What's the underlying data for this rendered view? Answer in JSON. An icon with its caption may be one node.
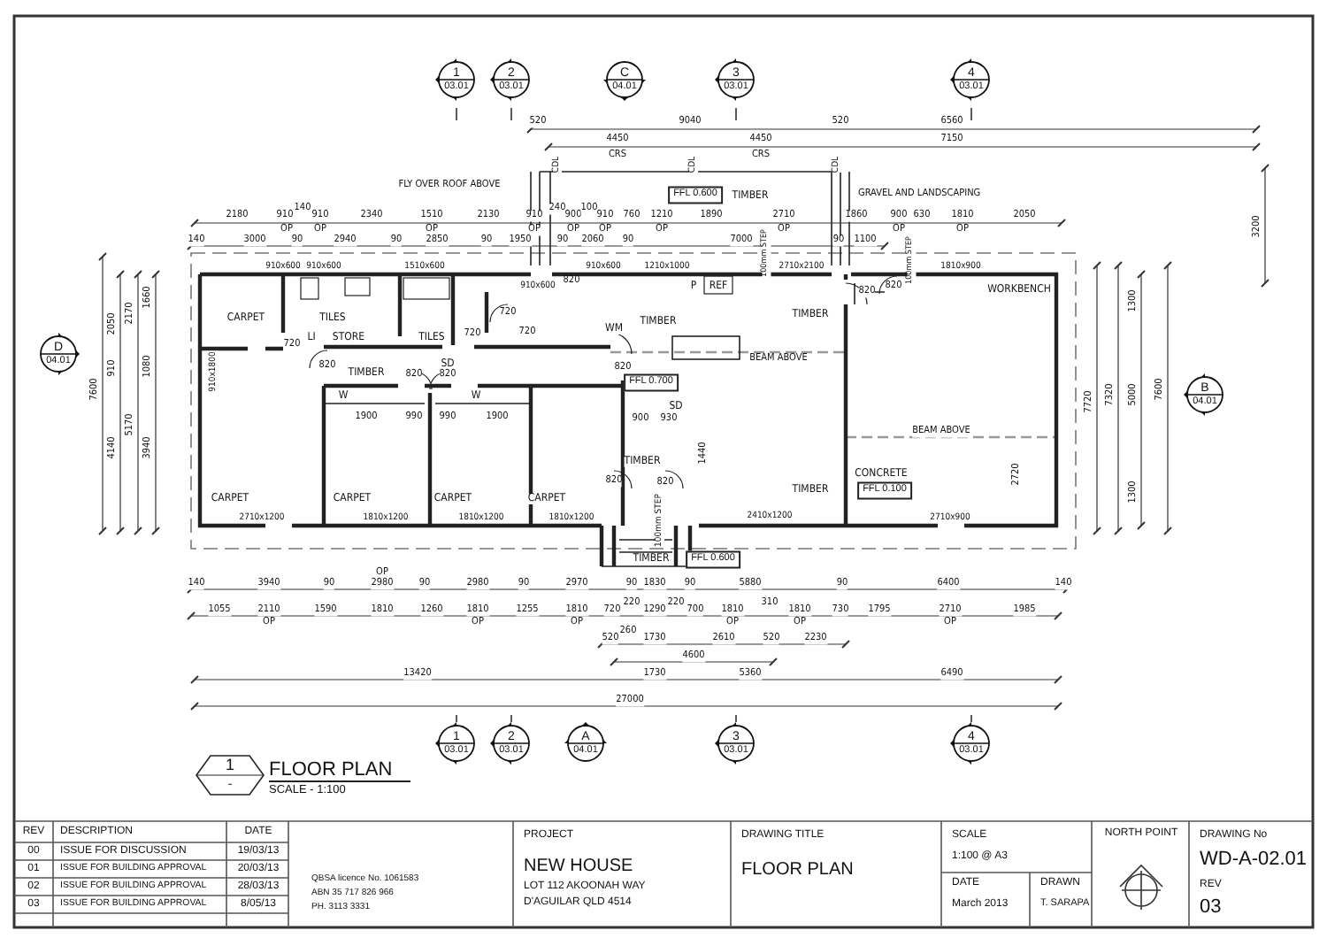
{
  "diagram": {
    "nodes": [
      {
        "text": [
          "1",
          "03.01"
        ]
      },
      {
        "text": [
          "2",
          "03.01"
        ]
      },
      {
        "text": [
          "C",
          "04.01"
        ]
      },
      {
        "text": [
          "3",
          "03.01"
        ]
      },
      {
        "text": [
          "4",
          "03.01"
        ]
      },
      {
        "text": [
          "D",
          "04.01"
        ]
      },
      {
        "text": [
          "B",
          "04.01"
        ]
      },
      {
        "text": [
          "1",
          "03.01"
        ]
      },
      {
        "text": [
          "2",
          "03.01"
        ]
      },
      {
        "text": [
          "A",
          "04.01"
        ]
      },
      {
        "text": [
          "3",
          "03.01"
        ]
      },
      {
        "text": [
          "4",
          "03.01"
        ]
      },
      {
        "text": [
          "1",
          "-"
        ]
      }
    ],
    "labels": [
      "520",
      "9040",
      "520",
      "6560",
      "4450",
      "CRS",
      "4450",
      "CRS",
      "7150",
      "CDL",
      "CDL",
      "CDL",
      "FLY OVER ROOF ABOVE",
      "FFL 0.600",
      "TIMBER",
      "GRAVEL AND LANDSCAPING",
      "3200",
      "2180",
      "910",
      "140",
      "910",
      "2340",
      "1510",
      "2130",
      "910",
      "240",
      "900",
      "100",
      "910",
      "760",
      "1210",
      "1890",
      "2710",
      "1860",
      "900",
      "630",
      "1810",
      "2050",
      "OP",
      "OP",
      "OP",
      "OP",
      "OP",
      "OP",
      "OP",
      "OP",
      "OP",
      "OP",
      "140",
      "3000",
      "90",
      "2940",
      "90",
      "2850",
      "90",
      "1950",
      "90",
      "2060",
      "90",
      "7000",
      "90",
      "1100",
      "910x600",
      "910x600",
      "1510x600",
      "910x600",
      "910x600",
      "1210x1000",
      "2710x2100",
      "1810x900",
      "100mm STEP",
      "100mm STEP",
      "CARPET",
      "TILES",
      "LI",
      "STORE",
      "TILES",
      "720",
      "720",
      "720",
      "720",
      "820",
      "WM",
      "TIMBER",
      "P",
      "REF",
      "820",
      "820",
      "WORKBENCH",
      "TIMBER",
      "BEAM ABOVE",
      "820",
      "TIMBER",
      "SD",
      "820",
      "FFL 0.700",
      "910x1800",
      "820",
      "820",
      "W",
      "W",
      "1900",
      "990",
      "990",
      "1900",
      "SD",
      "900",
      "930",
      "BEAM ABOVE",
      "1440",
      "TIMBER",
      "CONCRETE",
      "2720",
      "820",
      "820",
      "TIMBER",
      "FFL 0.100",
      "CARPET",
      "CARPET",
      "CARPET",
      "CARPET",
      "100mm STEP",
      "2710x1200",
      "1810x1200",
      "1810x1200",
      "1810x1200",
      "2410x1200",
      "2710x900",
      "7600",
      "2050",
      "910",
      "4140",
      "2170",
      "5170",
      "1660",
      "1080",
      "3940",
      "7720",
      "7320",
      "1300",
      "5000",
      "1300",
      "7600",
      "TIMBER",
      "FFL 0.600",
      "140",
      "3940",
      "90",
      "OP",
      "2980",
      "90",
      "2980",
      "90",
      "2970",
      "90",
      "1830",
      "90",
      "5880",
      "90",
      "6400",
      "140",
      "1055",
      "2110",
      "1590",
      "1810",
      "1260",
      "1810",
      "1255",
      "1810",
      "720",
      "220",
      "1290",
      "220",
      "700",
      "1810",
      "310",
      "1810",
      "730",
      "1795",
      "2710",
      "1985",
      "OP",
      "OP",
      "OP",
      "OP",
      "OP",
      "OP",
      "520",
      "260",
      "1730",
      "2610",
      "520",
      "2230",
      "4600",
      "13420",
      "1730",
      "5360",
      "6490",
      "27000",
      "FLOOR PLAN",
      "SCALE - 1:100",
      "REV",
      "DESCRIPTION",
      "DATE",
      "00",
      "ISSUE FOR DISCUSSION",
      "19/03/13",
      "01",
      "ISSUE FOR BUILDING APPROVAL",
      "20/03/13",
      "02",
      "ISSUE FOR BUILDING APPROVAL",
      "28/03/13",
      "03",
      "ISSUE FOR BUILDING APPROVAL",
      "8/05/13",
      "QBSA licence No. 1061583",
      "ABN 35 717 826 966",
      "PH. 3113 3331",
      "PROJECT",
      "NEW HOUSE",
      "LOT 112  AKOONAH WAY",
      "D'AGUILAR  QLD  4514",
      "DRAWING TITLE",
      "FLOOR PLAN",
      "SCALE",
      "1:100 @ A3",
      "DATE",
      "March 2013",
      "DRAWN",
      "T. SARAPA",
      "NORTH POINT",
      "DRAWING No",
      "WD-A-02.01",
      "REV",
      "03"
    ]
  }
}
